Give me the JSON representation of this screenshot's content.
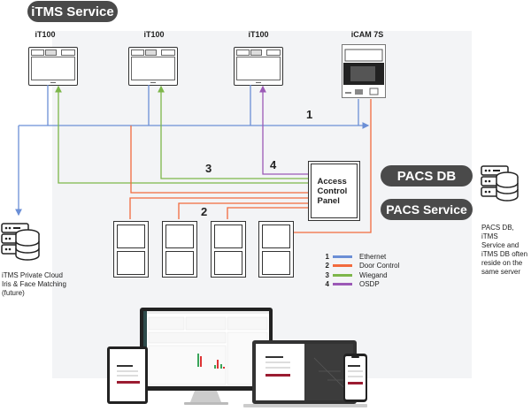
{
  "diagram": {
    "title_pill": "iTMS Service",
    "devices": [
      {
        "label": "iT100",
        "type": "reader"
      },
      {
        "label": "iT100",
        "type": "reader"
      },
      {
        "label": "iT100",
        "type": "reader"
      },
      {
        "label": "iCAM 7S",
        "type": "camera"
      }
    ],
    "access_control_panel": {
      "label": "Access Control Panel",
      "lines": [
        "Access",
        "Control",
        "Panel"
      ]
    },
    "pacs_db": "PACS DB",
    "pacs_service": "PACS Service",
    "server_note": [
      "PACS DB, iTMS",
      "Service and",
      "iTMS DB often",
      "reside on the",
      "same server"
    ],
    "cloud_note": [
      "iTMS Private Cloud",
      "Iris & Face Matching",
      "(future)"
    ],
    "wire_numbers": {
      "ethernet": "1",
      "door": "2",
      "wiegand": "3",
      "osdp": "4"
    },
    "legend": [
      {
        "num": "1",
        "label": "Ethernet",
        "color": "#6b8fd6"
      },
      {
        "num": "2",
        "label": "Door Control",
        "color": "#f26a3d"
      },
      {
        "num": "3",
        "label": "Wiegand",
        "color": "#7db64a"
      },
      {
        "num": "4",
        "label": "OSDP",
        "color": "#9b59b6"
      }
    ],
    "doors_count": 4,
    "icons": {
      "reader": "biometric-reader-icon",
      "camera": "iris-camera-icon",
      "server": "database-server-icon",
      "clients": "multi-device-dashboard-icon"
    }
  }
}
